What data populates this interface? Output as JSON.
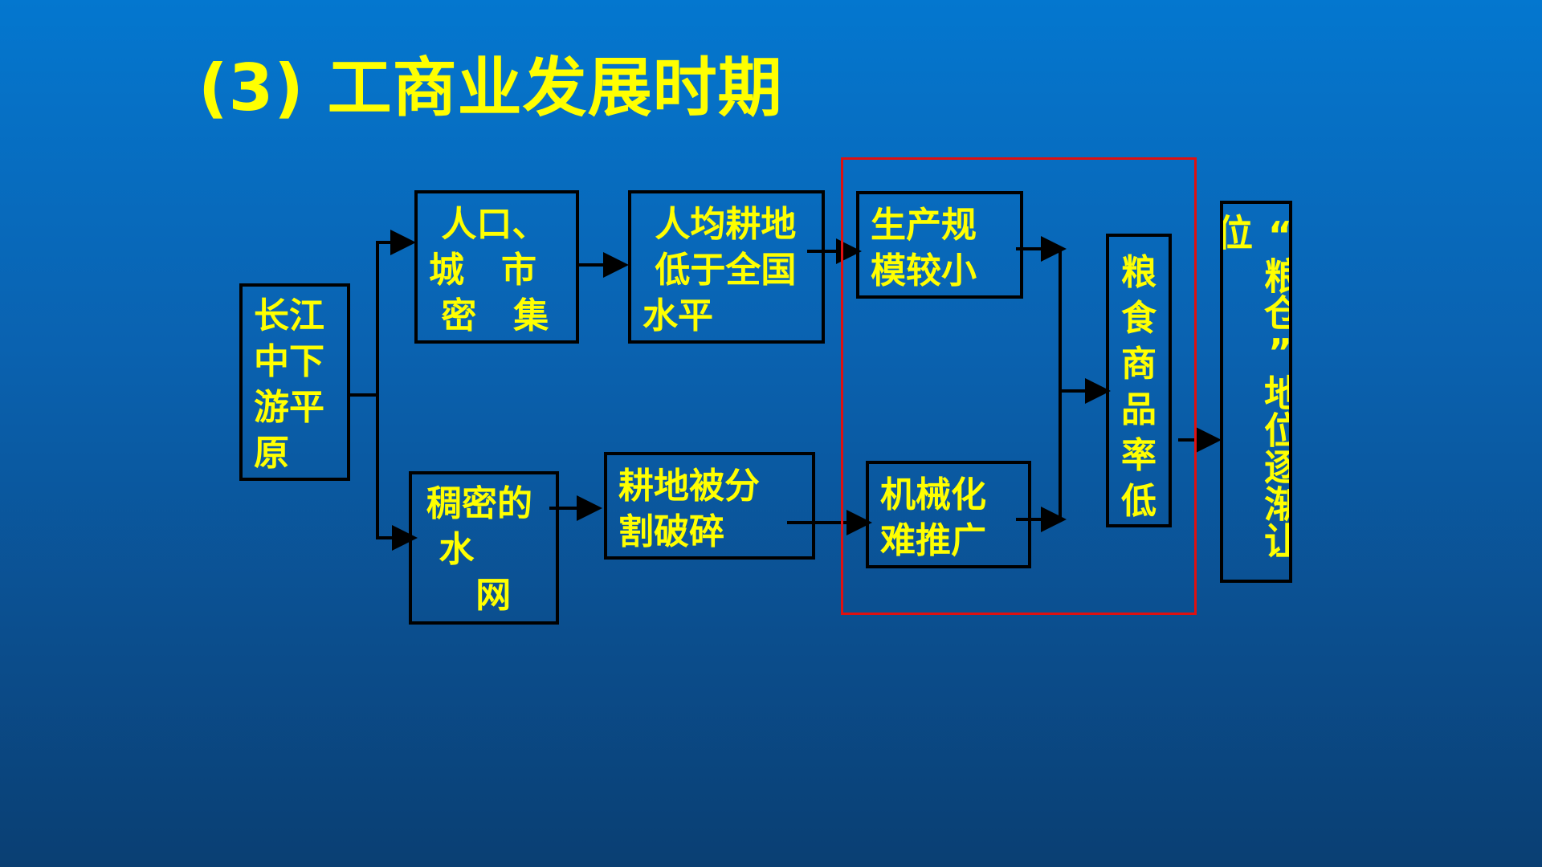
{
  "slide": {
    "title": "(3) 工商业发展时期"
  },
  "diagram": {
    "nodes": {
      "plain": {
        "lines": [
          "长江",
          "中下",
          "游平",
          "原"
        ]
      },
      "population": {
        "lines": [
          " 人口、",
          "城   市",
          " 密   集"
        ]
      },
      "arable_per_capita": {
        "lines": [
          " 人均耕地",
          " 低于全国",
          "水平"
        ]
      },
      "water_network": {
        "lines": [
          "稠密的",
          " 水",
          "    网"
        ]
      },
      "fragmented_land": {
        "lines": [
          "耕地被分",
          "割破碎"
        ]
      },
      "small_scale": {
        "lines": [
          "生产规",
          "模较小"
        ]
      },
      "mechanization": {
        "lines": [
          "机械化",
          "难推广"
        ]
      },
      "commodity_rate": {
        "lines": [
          "粮",
          "食",
          "商",
          "品",
          "率",
          "低"
        ]
      },
      "granary_status": {
        "text": "“粮仓”地位逐渐让位"
      }
    }
  },
  "colors": {
    "text": "#ffff00",
    "border": "#000000",
    "highlight_frame": "#e01010"
  }
}
